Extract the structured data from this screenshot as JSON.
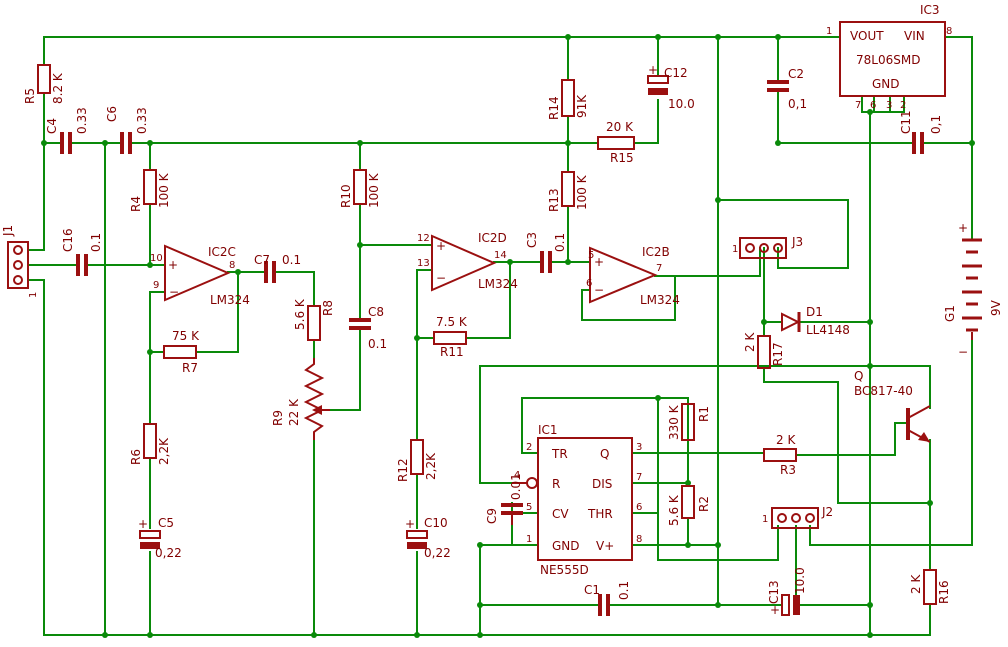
{
  "components": {
    "J1": {
      "ref": "J1",
      "pins": [
        "1"
      ]
    },
    "R5": {
      "ref": "R5",
      "value": "8.2 K"
    },
    "C4": {
      "ref": "C4",
      "value": "0.33"
    },
    "C6": {
      "ref": "C6",
      "value": "0.33"
    },
    "R4": {
      "ref": "R4",
      "value": "100 K"
    },
    "C16": {
      "ref": "C16",
      "value": "0.1"
    },
    "IC2C": {
      "ref": "IC2C",
      "part": "LM324",
      "pins": [
        "10",
        "9",
        "8"
      ]
    },
    "R7": {
      "ref": "R7",
      "value": "75 K"
    },
    "R6": {
      "ref": "R6",
      "value": "2,2K"
    },
    "C5": {
      "ref": "C5",
      "value": "0,22"
    },
    "C7": {
      "ref": "C7",
      "value": "0.1"
    },
    "R8": {
      "ref": "R8",
      "value": "5.6 K"
    },
    "R9": {
      "ref": "R9",
      "value": "22 K"
    },
    "R10": {
      "ref": "R10",
      "value": "100 K"
    },
    "C8": {
      "ref": "C8",
      "value": "0.1"
    },
    "IC2D": {
      "ref": "IC2D",
      "part": "LM324",
      "pins": [
        "12",
        "13",
        "14"
      ]
    },
    "R11": {
      "ref": "R11",
      "value": "7.5 K"
    },
    "R12": {
      "ref": "R12",
      "value": "2,2K"
    },
    "C10": {
      "ref": "C10",
      "value": "0,22"
    },
    "C3": {
      "ref": "C3",
      "value": "0.1"
    },
    "R14": {
      "ref": "R14",
      "value": "91K"
    },
    "R13": {
      "ref": "R13",
      "value": "100 K"
    },
    "R15": {
      "ref": "R15",
      "value": "20 K"
    },
    "C12": {
      "ref": "C12",
      "value": "10.0"
    },
    "IC2B": {
      "ref": "IC2B",
      "part": "LM324",
      "pins": [
        "5",
        "6",
        "7"
      ]
    },
    "C2": {
      "ref": "C2",
      "value": "0,1"
    },
    "IC3": {
      "ref": "IC3",
      "part": "78L06SMD",
      "pin_names": [
        "VOUT",
        "VIN",
        "GND"
      ],
      "pins": [
        "1",
        "8",
        "7",
        "6",
        "3",
        "2"
      ]
    },
    "C11": {
      "ref": "C11",
      "value": "0,1"
    },
    "G1": {
      "ref": "G1",
      "value": "9V"
    },
    "J3": {
      "ref": "J3",
      "pins": [
        "1"
      ]
    },
    "D1": {
      "ref": "D1",
      "part": "LL4148"
    },
    "R17": {
      "ref": "R17",
      "value": "2 K"
    },
    "Q": {
      "ref": "Q",
      "part": "BC817-40"
    },
    "R3": {
      "ref": "R3",
      "value": "2 K"
    },
    "R1": {
      "ref": "R1",
      "value": "330 K"
    },
    "R2": {
      "ref": "R2",
      "value": "5.6 K"
    },
    "IC1": {
      "ref": "IC1",
      "part": "NE555D",
      "pin_names": [
        "TR",
        "Q",
        "R",
        "DIS",
        "CV",
        "THR",
        "GND",
        "V+"
      ],
      "pins": [
        "2",
        "3",
        "4",
        "7",
        "5",
        "6",
        "1",
        "8"
      ]
    },
    "C9": {
      "ref": "C9",
      "value": "0.01"
    },
    "J2": {
      "ref": "J2",
      "pins": [
        "1"
      ]
    },
    "C1": {
      "ref": "C1",
      "value": "0.1"
    },
    "C13": {
      "ref": "C13",
      "value": "10.0"
    },
    "R16": {
      "ref": "R16",
      "value": "2 K"
    }
  },
  "colors": {
    "wire": "#0a8a0a",
    "component": "#9b1010",
    "label": "#800000"
  }
}
